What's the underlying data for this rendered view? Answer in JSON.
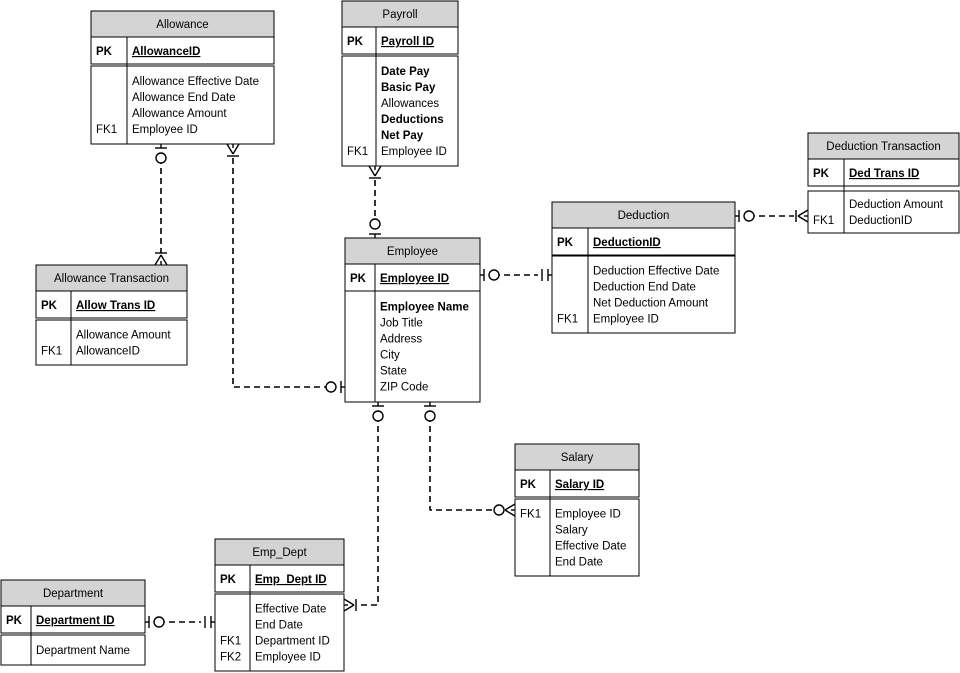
{
  "entities": [
    {
      "id": "allowance",
      "title": "Allowance",
      "pk": {
        "key": "PK",
        "name": "AllowanceID"
      },
      "attrs": [
        {
          "key": "",
          "name": "Allowance Effective Date"
        },
        {
          "key": "",
          "name": "Allowance End Date"
        },
        {
          "key": "",
          "name": "Allowance Amount"
        },
        {
          "key": "FK1",
          "name": "Employee ID"
        }
      ]
    },
    {
      "id": "payroll",
      "title": "Payroll",
      "pk": {
        "key": "PK",
        "name": "Payroll ID"
      },
      "attrs": [
        {
          "key": "",
          "name": "Date Pay",
          "bold": true
        },
        {
          "key": "",
          "name": "Basic Pay",
          "bold": true
        },
        {
          "key": "",
          "name": "Allowances"
        },
        {
          "key": "",
          "name": "Deductions",
          "bold": true
        },
        {
          "key": "",
          "name": "Net Pay",
          "bold": true
        },
        {
          "key": "FK1",
          "name": "Employee ID"
        }
      ]
    },
    {
      "id": "deduction_transaction",
      "title": "Deduction Transaction",
      "pk": {
        "key": "PK",
        "name": "Ded Trans ID"
      },
      "attrs": [
        {
          "key": "",
          "name": "Deduction Amount"
        },
        {
          "key": "FK1",
          "name": "DeductionID"
        }
      ]
    },
    {
      "id": "deduction",
      "title": "Deduction",
      "pk": {
        "key": "PK",
        "name": "DeductionID"
      },
      "attrs": [
        {
          "key": "",
          "name": "Deduction Effective Date"
        },
        {
          "key": "",
          "name": "Deduction End Date"
        },
        {
          "key": "",
          "name": "Net Deduction Amount"
        },
        {
          "key": "FK1",
          "name": "Employee ID"
        }
      ]
    },
    {
      "id": "employee",
      "title": "Employee",
      "pk": {
        "key": "PK",
        "name": "Employee ID"
      },
      "attrs": [
        {
          "key": "",
          "name": "Employee  Name",
          "bold": true
        },
        {
          "key": "",
          "name": "Job Title"
        },
        {
          "key": "",
          "name": "Address"
        },
        {
          "key": "",
          "name": "City"
        },
        {
          "key": "",
          "name": "State"
        },
        {
          "key": "",
          "name": "ZIP Code"
        }
      ]
    },
    {
      "id": "allowance_transaction",
      "title": "Allowance Transaction",
      "pk": {
        "key": "PK",
        "name": "Allow Trans ID"
      },
      "attrs": [
        {
          "key": "",
          "name": "Allowance Amount"
        },
        {
          "key": "FK1",
          "name": "AllowanceID"
        }
      ]
    },
    {
      "id": "salary",
      "title": "Salary",
      "pk": {
        "key": "PK",
        "name": "Salary ID"
      },
      "attrs": [
        {
          "key": "FK1",
          "name": "Employee ID"
        },
        {
          "key": "",
          "name": "Salary"
        },
        {
          "key": "",
          "name": "Effective Date"
        },
        {
          "key": "",
          "name": "End Date"
        }
      ]
    },
    {
      "id": "emp_dept",
      "title": "Emp_Dept",
      "pk": {
        "key": "PK",
        "name": "Emp_Dept ID"
      },
      "attrs": [
        {
          "key": "",
          "name": "Effective Date"
        },
        {
          "key": "",
          "name": "End Date"
        },
        {
          "key": "FK1",
          "name": "Department ID"
        },
        {
          "key": "FK2",
          "name": "Employee ID"
        }
      ]
    },
    {
      "id": "department",
      "title": "Department",
      "pk": {
        "key": "PK",
        "name": "Department ID"
      },
      "attrs": [
        {
          "key": "",
          "name": "Department Name"
        }
      ]
    }
  ],
  "relationships": [
    {
      "from": "allowance",
      "from_card": "zero-or-one",
      "to": "allowance_transaction",
      "to_card": "one-or-many"
    },
    {
      "from": "allowance",
      "from_card": "one-or-many",
      "to": "employee",
      "to_card": "zero-or-one"
    },
    {
      "from": "payroll",
      "from_card": "one-or-many",
      "to": "employee",
      "to_card": "zero-or-one"
    },
    {
      "from": "employee",
      "from_card": "zero-or-one",
      "to": "deduction",
      "to_card": "exactly-one"
    },
    {
      "from": "deduction",
      "from_card": "zero-or-one",
      "to": "deduction_transaction",
      "to_card": "one-or-many"
    },
    {
      "from": "employee",
      "from_card": "zero-or-one",
      "to": "salary",
      "to_card": "zero-or-many"
    },
    {
      "from": "employee",
      "from_card": "zero-or-one",
      "to": "emp_dept",
      "to_card": "one-or-many"
    },
    {
      "from": "department",
      "from_card": "zero-or-one",
      "to": "emp_dept",
      "to_card": "exactly-one"
    }
  ]
}
